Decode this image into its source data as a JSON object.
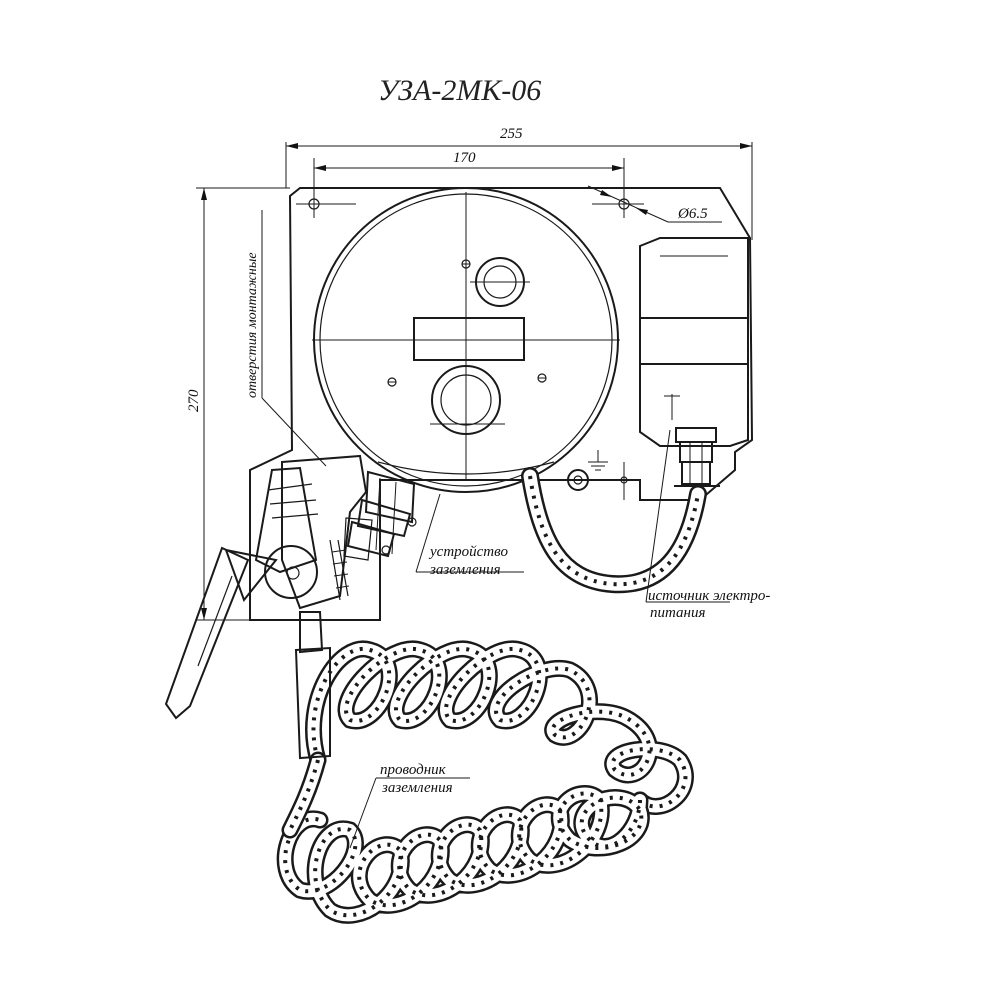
{
  "title": "УЗА-2МК-06",
  "dimensions": {
    "width_total": "255",
    "width_holes": "170",
    "height": "270",
    "hole_diameter": "Ø6.5"
  },
  "labels": {
    "mounting_holes": "отверстия монтажные",
    "grounding_device_line1": "устройство",
    "grounding_device_line2": "заземления",
    "power_source_line1": "источник электро-",
    "power_source_line2": "питания",
    "ground_wire_line1": "проводник",
    "ground_wire_line2": "заземления"
  }
}
